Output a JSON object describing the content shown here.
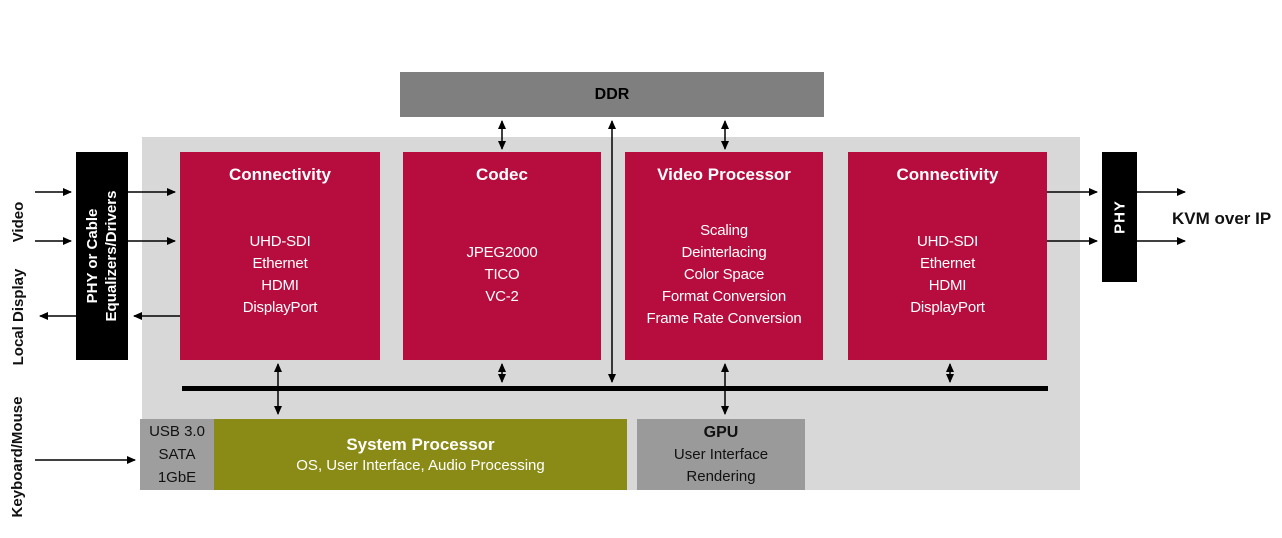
{
  "ddr": {
    "label": "DDR"
  },
  "blocks": [
    {
      "id": "connectivity-left",
      "title": "Connectivity",
      "items": [
        "UHD-SDI",
        "Ethernet",
        "HDMI",
        "DisplayPort"
      ]
    },
    {
      "id": "codec",
      "title": "Codec",
      "items": [
        "JPEG2000",
        "TICO",
        "VC-2"
      ]
    },
    {
      "id": "video-processor",
      "title": "Video Processor",
      "items": [
        "Scaling",
        "Deinterlacing",
        "Color Space",
        "Format Conversion",
        "Frame Rate Conversion"
      ]
    },
    {
      "id": "connectivity-right",
      "title": "Connectivity",
      "items": [
        "UHD-SDI",
        "Ethernet",
        "HDMI",
        "DisplayPort"
      ]
    }
  ],
  "left_phy": {
    "line1": "PHY or Cable",
    "line2": "Equalizers/Drivers"
  },
  "right_phy": {
    "label": "PHY"
  },
  "io_block": {
    "items": [
      "USB 3.0",
      "SATA",
      "1GbE"
    ]
  },
  "system_processor": {
    "title": "System Processor",
    "subtitle": "OS, User Interface, Audio Processing"
  },
  "gpu": {
    "title": "GPU",
    "line1": "User Interface",
    "line2": "Rendering"
  },
  "labels": {
    "video": "Video",
    "local_display": "Local Display",
    "keyboard_mouse": "Keyboard/Mouse",
    "kvm_over_ip": "KVM over IP"
  },
  "colors": {
    "accent_crimson": "#B60C3E",
    "olive_green": "#8A8B17",
    "ddr_gray": "#7F7F7F",
    "block_gray": "#9A9A9A",
    "io_gray": "#9E9E9E",
    "background_gray": "#D8D8D8",
    "black": "#000000"
  }
}
